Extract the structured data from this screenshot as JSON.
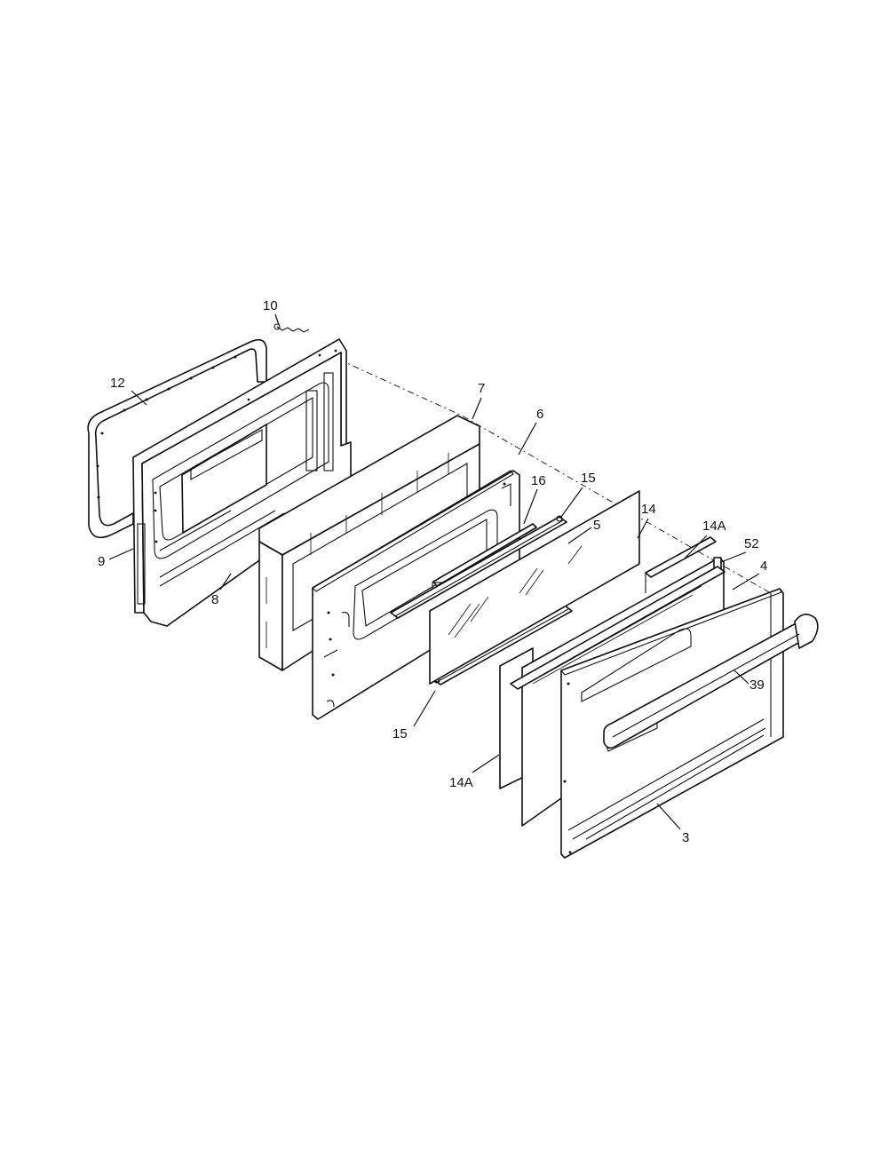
{
  "callouts": {
    "c10": "10",
    "c12": "12",
    "c9": "9",
    "c8": "8",
    "c7": "7",
    "c6": "6",
    "c16": "16",
    "c15_top": "15",
    "c5": "5",
    "c14": "14",
    "c14a_top": "14A",
    "c52": "52",
    "c4": "4",
    "c39": "39",
    "c15_bottom": "15",
    "c14a_bottom": "14A",
    "c3": "3"
  },
  "colors": {
    "line": "#111111",
    "background": "#ffffff"
  }
}
